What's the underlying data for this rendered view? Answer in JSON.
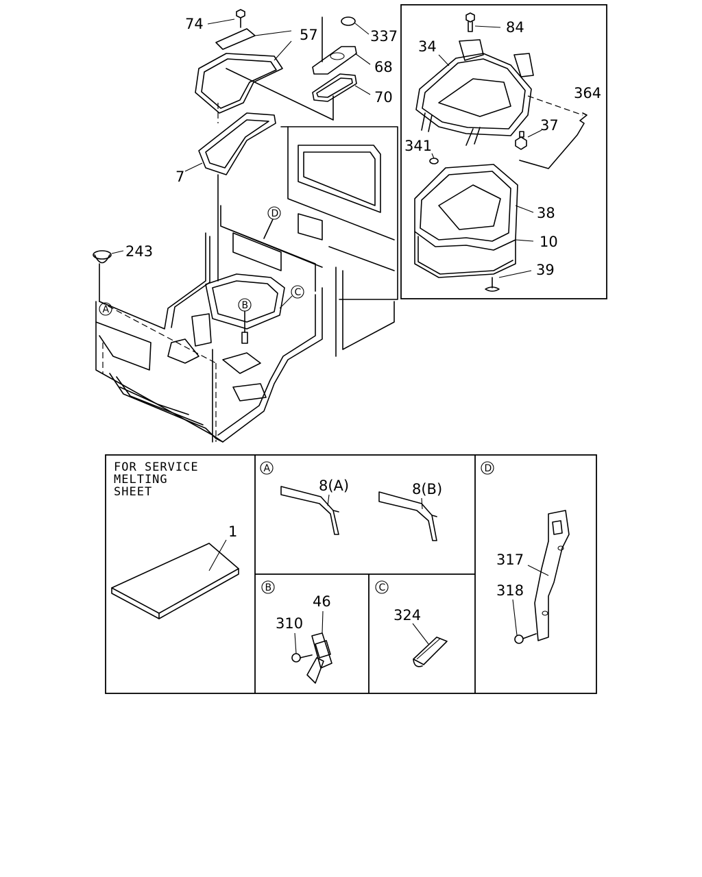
{
  "callouts": {
    "p74": "74",
    "p57": "57",
    "p337": "337",
    "p68": "68",
    "p70": "70",
    "p7": "7",
    "p243": "243",
    "p84": "84",
    "p34": "34",
    "p364": "364",
    "p37": "37",
    "p341": "341",
    "p38": "38",
    "p10": "10",
    "p39": "39",
    "p1": "1",
    "p8a": "8(A)",
    "p8b": "8(B)",
    "p46": "46",
    "p310": "310",
    "p324": "324",
    "p317": "317",
    "p318": "318"
  },
  "markers": {
    "A": "A",
    "B": "B",
    "C": "C",
    "D": "D"
  },
  "note": {
    "line1": "FOR SERVICE",
    "line2": "MELTING",
    "line3": "SHEET"
  }
}
